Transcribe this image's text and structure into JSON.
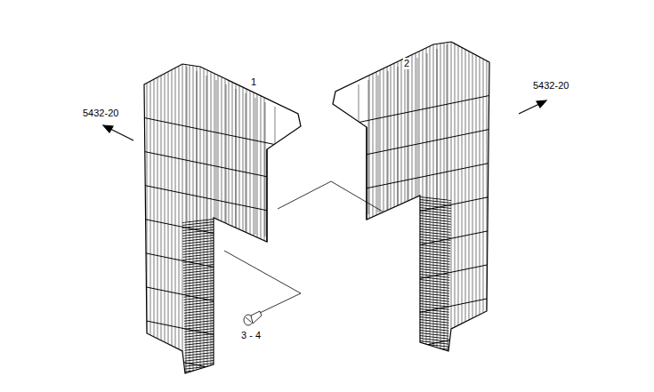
{
  "diagram": {
    "labels": [
      "1",
      "2",
      "5432-20",
      "5432-20",
      "3 - 4"
    ]
  }
}
